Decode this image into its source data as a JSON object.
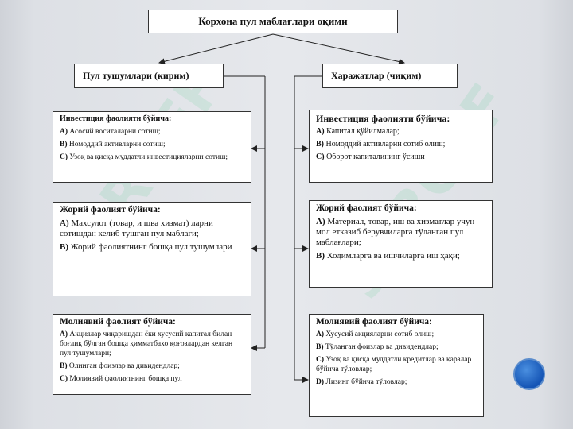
{
  "title": "Корхона пул маблағлари оқими",
  "left_header": "Пул тушумлари (кирим)",
  "right_header": "Харажатлар (чиқим)",
  "left_panels": [
    {
      "heading": "Инвестиция фаолияти бўйича:",
      "items": [
        {
          "letter": "А)",
          "text": "Асосий воситаларни сотиш;"
        },
        {
          "letter": "В)",
          "text": "Номоддий активларни сотиш;"
        },
        {
          "letter": "С)",
          "text": "Узоқ ва қисқа муддатли инвестицияларни сотиш;"
        }
      ]
    },
    {
      "heading": "Жорий фаолият бўйича:",
      "items": [
        {
          "letter": "А)",
          "text": "Махсулот (товар, и шва хизмат) ларни сотишдан келиб тушган пул маблағи;"
        },
        {
          "letter": "В)",
          "text": "Жорий фаолиятнинг бошқа пул тушумлари"
        }
      ]
    },
    {
      "heading": "Молиявий фаолият бўйича:",
      "items": [
        {
          "letter": "А)",
          "text": "Акциялар чиқаришдан ёки хусусий капитал билан боғлиқ бўлган бошқа қимматбахо қоғозлардан келган пул тушумлари;"
        },
        {
          "letter": "В)",
          "text": "Олинган фоизлар ва дивидендлар;"
        },
        {
          "letter": "С)",
          "text": "Молиявий фаолиятнинг бошқа пул"
        }
      ]
    }
  ],
  "right_panels": [
    {
      "heading": "Инвестиция фаолияти бўйича:",
      "items": [
        {
          "letter": "А)",
          "text": "Капитал қўйилмалар;"
        },
        {
          "letter": "В)",
          "text": "Номоддий активларни сотиб олиш;"
        },
        {
          "letter": "С)",
          "text": "Оборот капиталининг ўсиши"
        }
      ]
    },
    {
      "heading": "Жорий фаолият бўйича:",
      "items": [
        {
          "letter": "А)",
          "text": "Материал, товар, иш ва хизматлар учун мол етказиб берувчиларга тўланган пул маблағлари;"
        },
        {
          "letter": "В)",
          "text": "Ходимларга ва ишчиларга иш ҳақи;"
        }
      ]
    },
    {
      "heading": "Молиявий фаолият бўйича:",
      "items": [
        {
          "letter": "А)",
          "text": "Хусусий акцияларни сотиб олиш;"
        },
        {
          "letter": "В)",
          "text": "Тўланган фоизлар ва дивидендлар;"
        },
        {
          "letter": "С)",
          "text": "Узоқ ва қисқа муддатли кредитлар ва қарзлар бўйича тўловлар;"
        },
        {
          "letter": "D)",
          "text": "Лизинг бўйича тўловлар;"
        }
      ]
    }
  ],
  "watermark": "5PROFF",
  "colors": {
    "accent_dot": "#1e63c4",
    "watermark": "#3cc878"
  }
}
